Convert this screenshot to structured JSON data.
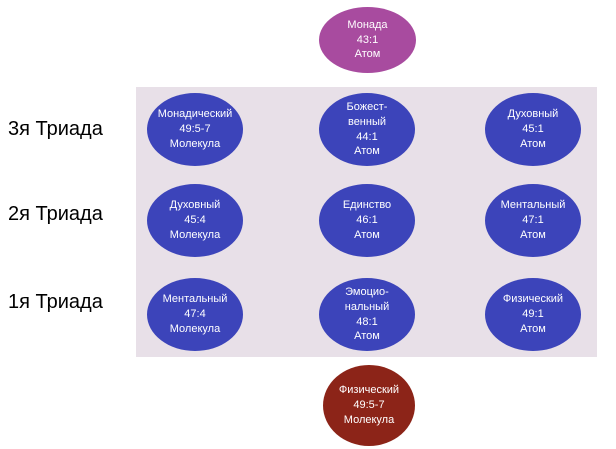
{
  "colors": {
    "panel": "#e8e0e8",
    "grid_node": "#3c44ba",
    "top_node": "#a84b9f",
    "bottom_node": "#8c2418",
    "node_text": "#ffffff",
    "label_text": "#000000"
  },
  "row_labels": [
    {
      "text": "3я Триада"
    },
    {
      "text": "2я Триада"
    },
    {
      "text": "1я Триада"
    }
  ],
  "top_node": {
    "text": "Монада\n43:1\nАтом"
  },
  "bottom_node": {
    "text": "Физический\n49:5-7\nМолекула"
  },
  "grid_nodes": [
    {
      "text": "Монадический\n49:5-7\nМолекула"
    },
    {
      "text": "Божест-\nвенный\n44:1\nАтом"
    },
    {
      "text": "Духовный\n45:1\nАтом"
    },
    {
      "text": "Духовный\n45:4\nМолекула"
    },
    {
      "text": "Единство\n46:1\nАтом"
    },
    {
      "text": "Ментальный\n47:1\nАтом"
    },
    {
      "text": "Ментальный\n47:4\nМолекула"
    },
    {
      "text": "Эмоцио-\nнальный\n48:1\nАтом"
    },
    {
      "text": "Физический\n49:1\nАтом"
    }
  ]
}
